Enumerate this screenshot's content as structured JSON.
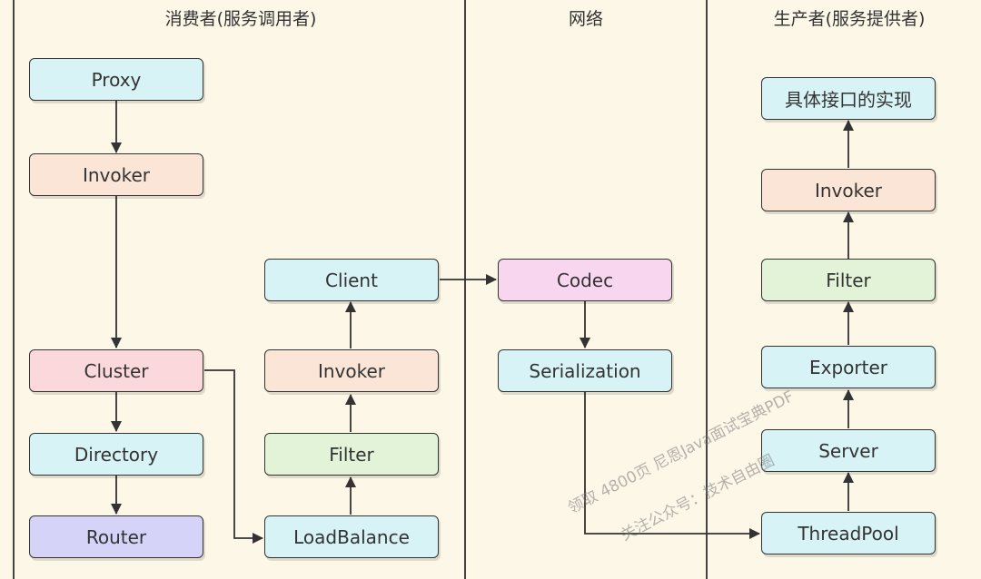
{
  "columns": {
    "consumer": "消费者(服务调用者)",
    "network": "网络",
    "provider": "生产者(服务提供者)"
  },
  "nodes": {
    "proxy": "Proxy",
    "invoker_consumer": "Invoker",
    "cluster": "Cluster",
    "directory": "Directory",
    "router": "Router",
    "client": "Client",
    "invoker_client": "Invoker",
    "filter_consumer": "Filter",
    "loadbalance": "LoadBalance",
    "codec": "Codec",
    "serialization": "Serialization",
    "impl": "具体接口的实现",
    "invoker_provider": "Invoker",
    "filter_provider": "Filter",
    "exporter": "Exporter",
    "server": "Server",
    "threadpool": "ThreadPool"
  },
  "watermark": {
    "line1": "领取 4800页 尼恩Java面试宝典PDF",
    "line2": "关注公众号：技术自由圈"
  },
  "colors": {
    "cyan": "#d7f3f6",
    "peach": "#fbe5d6",
    "pink": "#fbd8dc",
    "violet": "#d5d3f7",
    "green": "#e3f3d8",
    "magenta": "#f9d6ef"
  }
}
